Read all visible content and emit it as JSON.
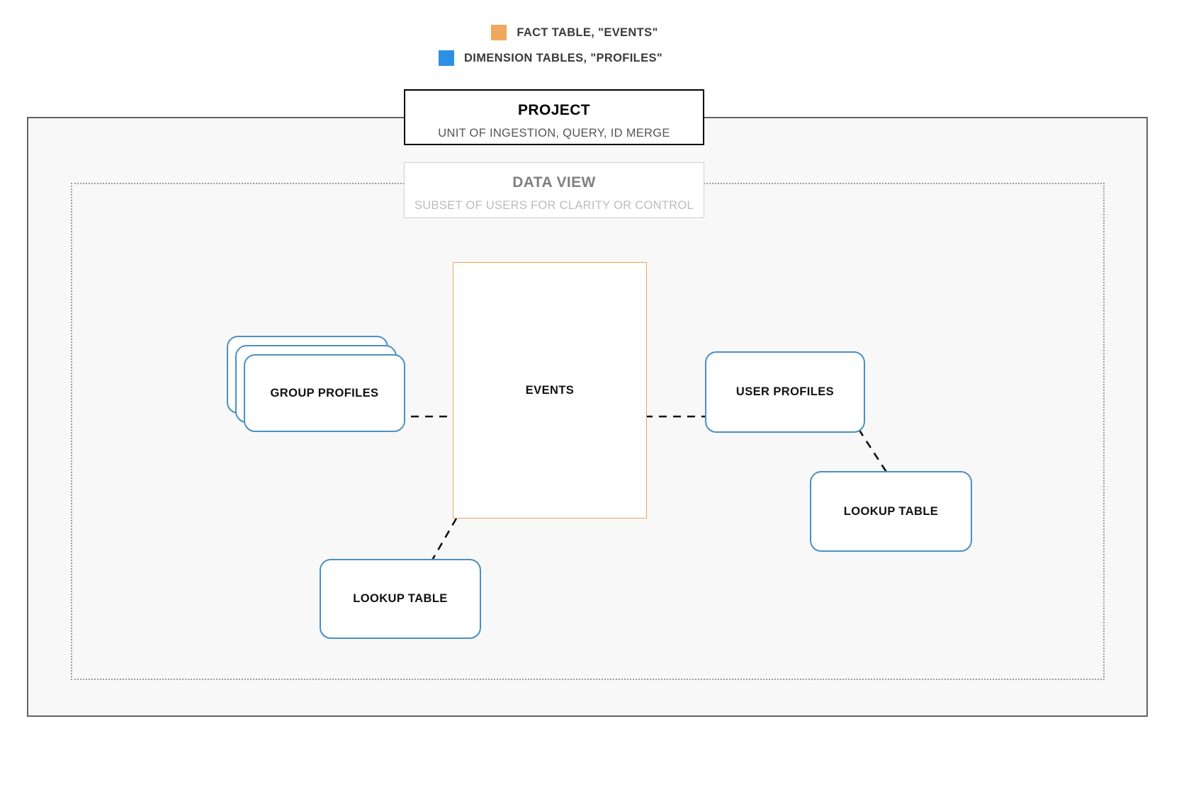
{
  "legend": {
    "items": [
      {
        "label": "FACT TABLE, \"EVENTS\"",
        "color": "#efa85e",
        "swatch_name": "fact-table-swatch"
      },
      {
        "label": "DIMENSION TABLES, \"PROFILES\"",
        "color": "#2e90e5",
        "swatch_name": "dimension-tables-swatch"
      }
    ]
  },
  "project": {
    "title": "PROJECT",
    "subtitle": "UNIT OF INGESTION, QUERY, ID MERGE",
    "border_color": "#000000"
  },
  "data_view": {
    "title": "DATA VIEW",
    "subtitle": "SUBSET OF USERS FOR CLARITY OR CONTROL",
    "border_color": "#cfcfcf"
  },
  "nodes": {
    "events": {
      "label": "EVENTS",
      "border_color": "#e8a85c"
    },
    "group_profiles": {
      "label": "GROUP PROFILES",
      "border_color": "#4a90c4",
      "stack_count": 3
    },
    "user_profiles": {
      "label": "USER PROFILES",
      "border_color": "#4a90c4"
    },
    "lookup_table_left": {
      "label": "LOOKUP TABLE",
      "border_color": "#4a90c4"
    },
    "lookup_table_right": {
      "label": "LOOKUP TABLE",
      "border_color": "#4a90c4"
    }
  },
  "connectors": [
    {
      "name": "group-profiles-to-events",
      "style": "dashed",
      "color": "#111111"
    },
    {
      "name": "events-to-user-profiles",
      "style": "dashed",
      "color": "#111111"
    },
    {
      "name": "events-to-lookup-table-left",
      "style": "dashed",
      "color": "#111111"
    },
    {
      "name": "user-profiles-to-lookup-table-right",
      "style": "dashed",
      "color": "#111111"
    }
  ]
}
